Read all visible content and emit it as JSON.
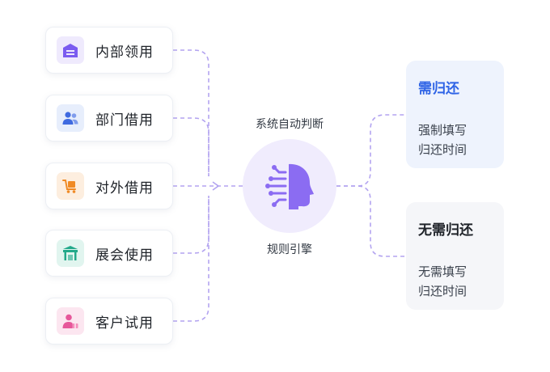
{
  "sources": [
    {
      "label": "内部领用",
      "icon": "warehouse-icon",
      "icon_color": "#7b5cf0",
      "icon_bg": "#efeafd"
    },
    {
      "label": "部门借用",
      "icon": "users-icon",
      "icon_color": "#3f6ae0",
      "icon_bg": "#e7eefc"
    },
    {
      "label": "对外借用",
      "icon": "cart-icon",
      "icon_color": "#f08a24",
      "icon_bg": "#fdeedf"
    },
    {
      "label": "展会使用",
      "icon": "booth-icon",
      "icon_color": "#22a98a",
      "icon_bg": "#e1f5ef"
    },
    {
      "label": "客户试用",
      "icon": "user-gift-icon",
      "icon_color": "#e6579a",
      "icon_bg": "#fce6f0"
    }
  ],
  "engine": {
    "title": "系统自动判断",
    "subtitle": "规则引擎",
    "icon": "ai-head-icon",
    "color": "#8b6cf2"
  },
  "outcomes": [
    {
      "title": "需归还",
      "desc": "强制填写\n归还时间",
      "accent": "#2f64e6"
    },
    {
      "title": "无需归还",
      "desc": "无需填写\n归还时间",
      "accent": "#1f2329"
    }
  ],
  "colors": {
    "connector": "#b3a4f0"
  }
}
